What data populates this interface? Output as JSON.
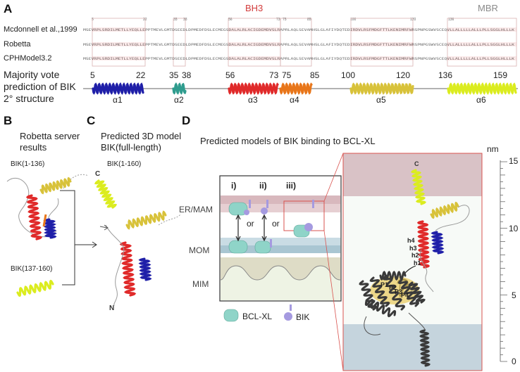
{
  "colors": {
    "helix1": "#1f1fa8",
    "helix2": "#2f9c8e",
    "helix3": "#e02a2a",
    "helix4": "#e8761a",
    "helix5": "#d8c23a",
    "helix6": "#dbec1f",
    "bh3": "#d23b3b",
    "mbr": "#8a8a8a",
    "bclxl": "#8fd4c8",
    "bik": "#a59ae0",
    "membrane_er": "#d8b8bd",
    "membrane_mom": "#c9dce4",
    "frame_red": "#d9534f"
  },
  "panel_a": {
    "letter": "A",
    "region_bh3": "BH3",
    "region_mbr": "MBR",
    "align_ticks": [
      "5",
      "22",
      "35",
      "38",
      "56",
      "73",
      "75",
      "85",
      "100",
      "120",
      "136"
    ],
    "rows": [
      {
        "label": "Mcdonnell et al.,1999",
        "seq": "MSEVRPLSRDILMETLLYEQLLEPPTMEVLGMTDSEEDLDPMEDFDSLECMEGSDALALRLACIGDEMDVSLRAPRLAQLSEVAMHSLGLAFIYDQTEDIRDVLRSFMDGFTTLKENIMRFWRSPNPGSWVSCEQVLLALLLLLALLLPLLSGGLHLLLK"
      },
      {
        "label": "Robetta",
        "seq": "MSEVRPLSRDILMETLLYEQLLEPPTMEVLGMTDSEEDLDPMEDFDSLECMEGSDALALRLACIGDEMDVSLRAPRLAQLSEVAMHSLGLAFIYDQTEDIRDVLRSFMDGFTTLKENIMRFWRSPNPGSWVSCEQVLLALLLLLALLLPLLSGGLHLLLK"
      },
      {
        "label": "CPHModel3.2",
        "seq": "MSEVRPLSRDILMETLLYEQLLEPPTMEVLGMTDSEEDLDPMEDFDSLECMEGSDALALRLACIGDEMDVSLRAPRLAQLSEVAMHSLGLAFIYDQTEDIRDVLRSFMDGFTTLKENIMRFWRSPNPGSWVSCEQVLLALLLLLALLLPLLSGGLHLLLK"
      }
    ],
    "majority_line1": "Majority vote",
    "majority_line2": "prediction of BIK",
    "majority_line3": "2° structure",
    "helix_numbers": [
      "5",
      "22",
      "35",
      "38",
      "56",
      "73",
      "75",
      "85",
      "100",
      "120",
      "136",
      "159"
    ],
    "helix_names": [
      "α1",
      "α2",
      "α3",
      "α4",
      "α5",
      "α6"
    ]
  },
  "panel_b": {
    "letter": "B",
    "title_line1": "Robetta server",
    "title_line2": "results",
    "model1_label": "BIK(1-136)",
    "model2_label": "BIK(137-160)"
  },
  "panel_c": {
    "letter": "C",
    "title_line1": "Predicted 3D model",
    "title_line2": "BIK(full-length)",
    "model_label": "BIK(1-160)",
    "c_term": "C",
    "n_term": "N"
  },
  "panel_d": {
    "letter": "D",
    "title": "Predicted models of BIK binding to BCL-XL",
    "scenarios": [
      "i)",
      "ii)",
      "iii)"
    ],
    "or_text": "or",
    "membranes": [
      "ER/MAM",
      "MOM",
      "MIM"
    ],
    "legend_bclxl": "BCL-XL",
    "legend_bik": "BIK",
    "helix_labels": [
      "h4",
      "h3",
      "h2",
      "h1"
    ],
    "groove_labels": [
      "P1",
      "P2",
      "P3",
      "P4"
    ],
    "question": "?",
    "c_term": "C",
    "unit": "nm",
    "scale_labels": [
      "15",
      "10",
      "5",
      "0"
    ]
  }
}
